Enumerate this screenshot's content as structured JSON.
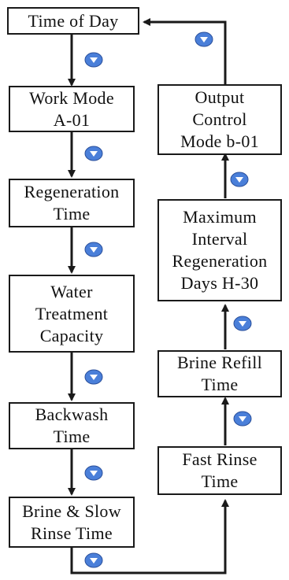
{
  "left_column": [
    {
      "id": "time-of-day",
      "label": "Time of Day"
    },
    {
      "id": "work-mode",
      "label": "Work Mode\nA-01"
    },
    {
      "id": "regeneration-time",
      "label": "Regeneration\nTime"
    },
    {
      "id": "water-treatment-capacity",
      "label": "Water\nTreatment\nCapacity"
    },
    {
      "id": "backwash-time",
      "label": "Backwash\nTime"
    },
    {
      "id": "brine-slow-rinse-time",
      "label": "Brine & Slow\nRinse Time"
    }
  ],
  "right_column": [
    {
      "id": "fast-rinse-time",
      "label": "Fast Rinse\nTime"
    },
    {
      "id": "brine-refill-time",
      "label": "Brine Refill\nTime"
    },
    {
      "id": "maximum-interval-regeneration-days",
      "label": "Maximum\nInterval\nRegeneration\nDays H-30"
    },
    {
      "id": "output-control-mode",
      "label": "Output\nControl\nMode b-01"
    }
  ],
  "step_icon": {
    "name": "down-triangle-button-icon",
    "fill": "#4a7fd9",
    "glyph": "#ffffff"
  },
  "colors": {
    "line": "#1a1a1a",
    "box_border": "#1a1a1a"
  }
}
